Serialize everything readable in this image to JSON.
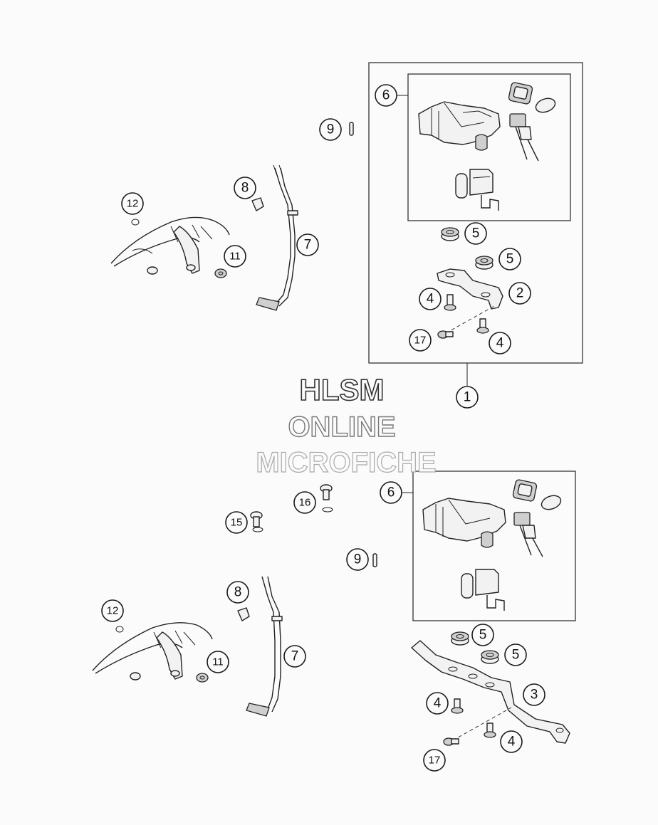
{
  "watermark": {
    "line1": "HLSM",
    "line2": "ONLINE",
    "line3": "MICROFICHE",
    "color1": "#333333",
    "color2": "#777777",
    "color3": "#aaaaaa"
  },
  "callouts": {
    "c1": "1",
    "c2": "2",
    "c3": "3",
    "c4a": "4",
    "c4b": "4",
    "c4c": "4",
    "c4d": "4",
    "c5a": "5",
    "c5b": "5",
    "c5c": "5",
    "c5d": "5",
    "c6a": "6",
    "c6b": "6",
    "c7a": "7",
    "c7b": "7",
    "c8a": "8",
    "c8b": "8",
    "c9a": "9",
    "c9b": "9",
    "c11a": "11",
    "c11b": "11",
    "c12a": "12",
    "c12b": "12",
    "c15": "15",
    "c16": "16",
    "c17a": "17",
    "c17b": "17"
  }
}
